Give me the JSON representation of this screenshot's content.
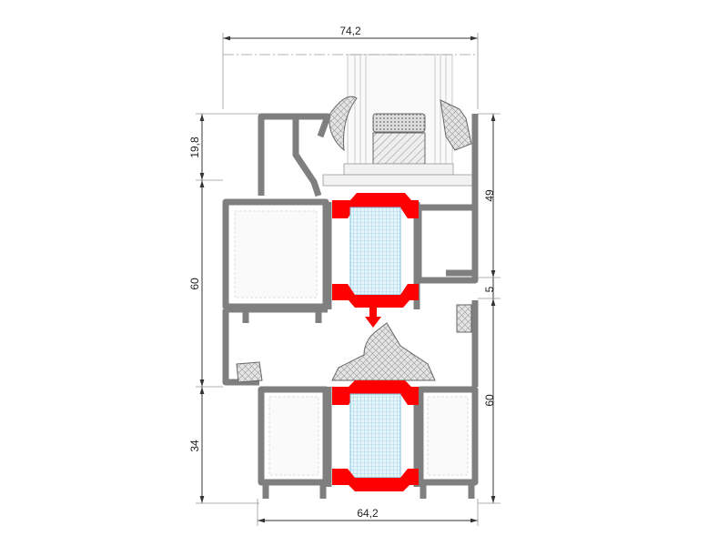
{
  "drawing": {
    "title": "Window profile cross-section",
    "dimensions": {
      "overall_width": "74,2",
      "frame_width": "64,2",
      "left_top": "19,8",
      "left_middle": "60",
      "left_bottom": "34",
      "right_top": "49",
      "right_gap": "5",
      "right_bottom": "60"
    },
    "colors": {
      "aluminium": "#7f7f7f",
      "thermal_break": "#ff0000",
      "insulation": "#bfe3f2",
      "gasket": "#d8d8d8"
    }
  }
}
